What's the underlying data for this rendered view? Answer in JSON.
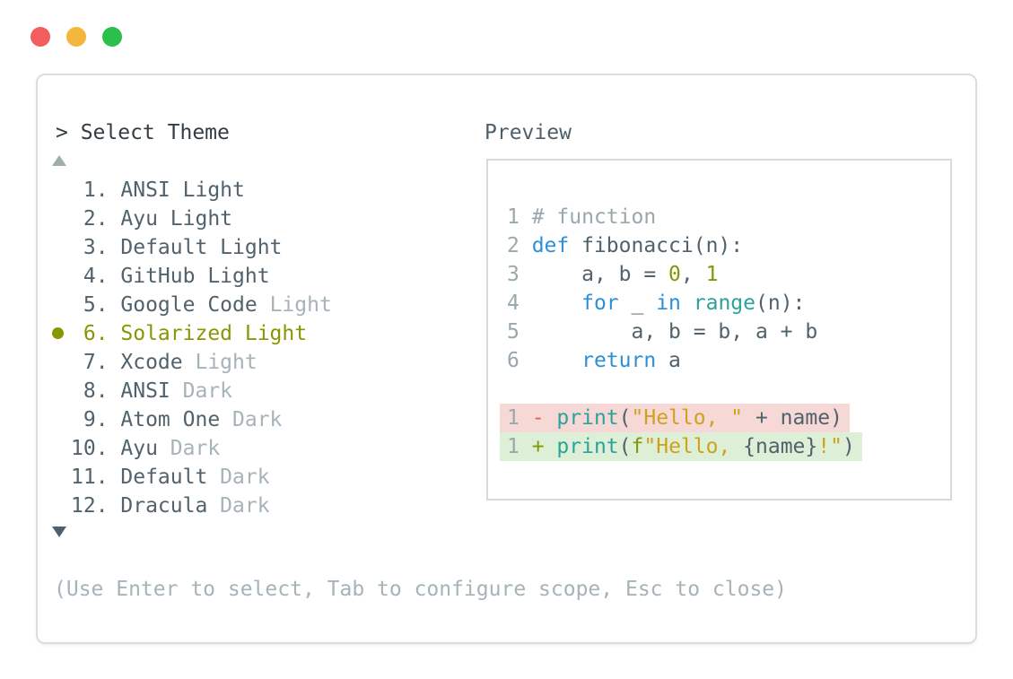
{
  "traffic_lights": [
    {
      "name": "close",
      "color": "#f25e5e"
    },
    {
      "name": "minimize",
      "color": "#f3b73c"
    },
    {
      "name": "zoom",
      "color": "#2bbf4b"
    }
  ],
  "prompt": {
    "text": "> Select Theme"
  },
  "theme_list": [
    {
      "num": " 1.",
      "name": "ANSI Light",
      "variant": "",
      "selected": false
    },
    {
      "num": " 2.",
      "name": "Ayu Light",
      "variant": "",
      "selected": false
    },
    {
      "num": " 3.",
      "name": "Default Light",
      "variant": "",
      "selected": false
    },
    {
      "num": " 4.",
      "name": "GitHub Light",
      "variant": "",
      "selected": false
    },
    {
      "num": " 5.",
      "name": "Google Code",
      "variant": "Light",
      "selected": false
    },
    {
      "num": " 6.",
      "name": "Solarized Light",
      "variant": "",
      "selected": true
    },
    {
      "num": " 7.",
      "name": "Xcode",
      "variant": "Light",
      "selected": false
    },
    {
      "num": " 8.",
      "name": "ANSI",
      "variant": "Dark",
      "selected": false
    },
    {
      "num": " 9.",
      "name": "Atom One",
      "variant": "Dark",
      "selected": false
    },
    {
      "num": "10.",
      "name": "Ayu",
      "variant": "Dark",
      "selected": false
    },
    {
      "num": "11.",
      "name": "Default",
      "variant": "Dark",
      "selected": false
    },
    {
      "num": "12.",
      "name": "Dracula",
      "variant": "Dark",
      "selected": false
    }
  ],
  "preview": {
    "label": "Preview",
    "code_lines": [
      {
        "num": "1",
        "hl": "",
        "tokens": [
          [
            "com",
            "# function"
          ]
        ]
      },
      {
        "num": "2",
        "hl": "",
        "tokens": [
          [
            "kw",
            "def"
          ],
          [
            "pl",
            " fibonacci(n):"
          ]
        ]
      },
      {
        "num": "3",
        "hl": "",
        "tokens": [
          [
            "pl",
            "    a, b = "
          ],
          [
            "nu",
            "0"
          ],
          [
            "pl",
            ", "
          ],
          [
            "nu",
            "1"
          ]
        ]
      },
      {
        "num": "4",
        "hl": "",
        "tokens": [
          [
            "pl",
            "    "
          ],
          [
            "kw",
            "for"
          ],
          [
            "pl",
            " _ "
          ],
          [
            "kw",
            "in"
          ],
          [
            "pl",
            " "
          ],
          [
            "fn",
            "range"
          ],
          [
            "pl",
            "(n):"
          ]
        ]
      },
      {
        "num": "5",
        "hl": "",
        "tokens": [
          [
            "pl",
            "        a, b = b, a + b"
          ]
        ]
      },
      {
        "num": "6",
        "hl": "",
        "tokens": [
          [
            "pl",
            "    "
          ],
          [
            "kw",
            "return"
          ],
          [
            "pl",
            " a"
          ]
        ]
      },
      {
        "num": "",
        "hl": "",
        "tokens": []
      },
      {
        "num": "1",
        "hl": "removed",
        "tokens": [
          [
            "de",
            "- "
          ],
          [
            "fn",
            "print"
          ],
          [
            "pl",
            "("
          ],
          [
            "st",
            "\"Hello, \""
          ],
          [
            "pl",
            " + name)"
          ]
        ]
      },
      {
        "num": "1",
        "hl": "added",
        "tokens": [
          [
            "ad",
            "+ "
          ],
          [
            "fn",
            "print"
          ],
          [
            "pl",
            "("
          ],
          [
            "ad",
            "f"
          ],
          [
            "st",
            "\"Hello, "
          ],
          [
            "pl",
            "{name}"
          ],
          [
            "st",
            "!\""
          ],
          [
            "pl",
            ")"
          ]
        ]
      }
    ]
  },
  "footer": {
    "hint": "(Use Enter to select, Tab to configure scope, Esc to close)"
  },
  "colors": {
    "selected_olive": "#879604",
    "item_text": "#51626c",
    "muted_text": "#a6b3b8",
    "keyword_blue": "#2d8fd5",
    "function_teal": "#2aa39a",
    "string_gold": "#d0a21c",
    "diff_minus_red": "#e05b55",
    "removed_bg": "#f6d8d6",
    "added_bg": "#ddefd6",
    "border": "#d9dee2"
  }
}
